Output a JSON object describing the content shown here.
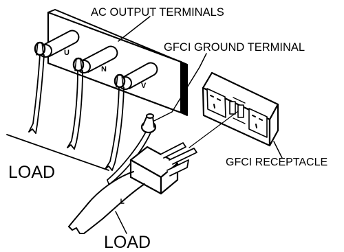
{
  "labels": {
    "ac_output_terminals": "AC OUTPUT TERMINALS",
    "gfci_ground_terminal": "GFCI GROUND TERMINAL",
    "gfci_receptacle": "GFCI RECEPTACLE",
    "load_left": "LOAD",
    "load_bottom": "LOAD"
  },
  "terminals": {
    "u": "U",
    "n": "N",
    "v": "V"
  },
  "colors": {
    "line": "#000000",
    "background": "#ffffff"
  }
}
